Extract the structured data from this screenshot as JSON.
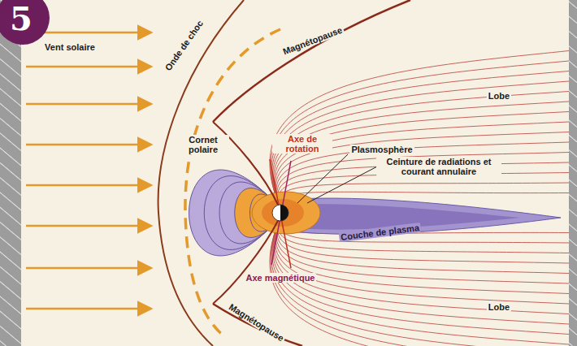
{
  "diagram": {
    "labels": [
      "5",
      "Vent solaire",
      "Onde de choc",
      "Magnétopause",
      "Lobe",
      "Cornet polaire",
      "Axe de rotation",
      "Plasmosphère",
      "Ceinture de radiations et courant annulaire",
      "Couche de plasma",
      "Axe magnétique",
      "Lobe",
      "Magnétopause"
    ]
  }
}
